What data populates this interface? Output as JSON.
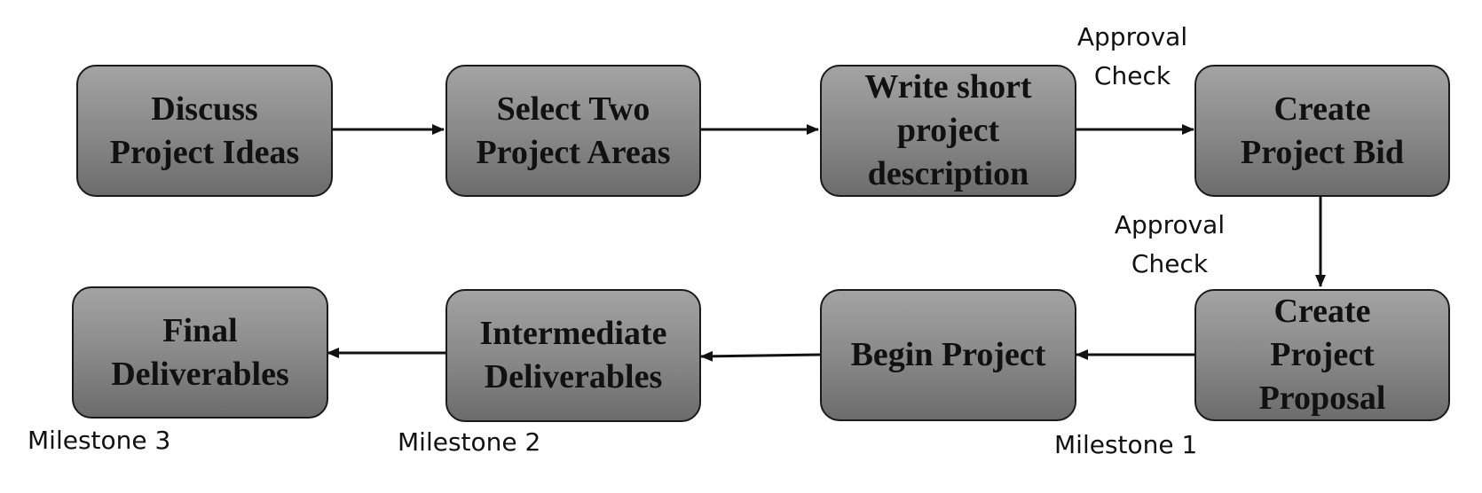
{
  "steps": {
    "discuss": "Discuss\nProject Ideas",
    "select": "Select Two\nProject Areas",
    "write": "Write short\nproject\ndescription",
    "bid": "Create\nProject Bid",
    "proposal": "Create\nProject\nProposal",
    "begin": "Begin Project",
    "intermediate": "Intermediate\nDeliverables",
    "final": "Final\nDeliverables"
  },
  "notes": {
    "approval_check_1": "Approval\nCheck",
    "approval_check_2": "Approval\nCheck",
    "milestone_1": "Milestone 1",
    "milestone_2": "Milestone 2",
    "milestone_3": "Milestone 3"
  },
  "colors": {
    "box_top": "#a3a3a3",
    "box_bottom": "#6c6c6c",
    "border": "#1a1a1a",
    "arrow": "#111111"
  }
}
